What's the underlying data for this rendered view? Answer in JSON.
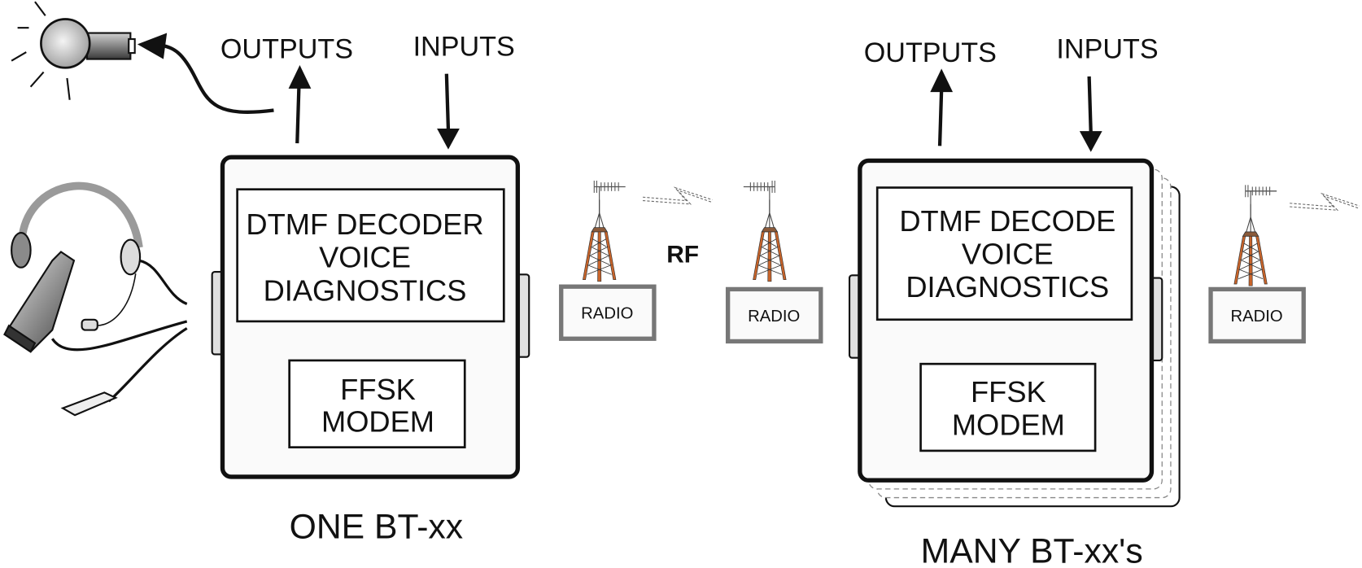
{
  "left_unit": {
    "outputs_label": "OUTPUTS",
    "inputs_label": "INPUTS",
    "decoder_lines": [
      "DTMF DECODER",
      "VOICE",
      "DIAGNOSTICS"
    ],
    "modem_lines": [
      "FFSK",
      "MODEM"
    ],
    "caption": "ONE BT-xx"
  },
  "right_unit": {
    "outputs_label": "OUTPUTS",
    "inputs_label": "INPUTS",
    "decoder_lines": [
      "DTMF DECODE",
      "VOICE",
      "DIAGNOSTICS"
    ],
    "modem_lines": [
      "FFSK",
      "MODEM"
    ],
    "caption": "MANY BT-xx's"
  },
  "radios": [
    {
      "label": "RADIO"
    },
    {
      "label": "RADIO"
    },
    {
      "label": "RADIO"
    }
  ],
  "rf_label": "RF",
  "icons": [
    "lamp-icon",
    "headset-icon",
    "antenna-tower-icon",
    "rf-signal-icon"
  ],
  "colors": {
    "stroke": "#111111",
    "device_fill": "#fafafa",
    "radio_border": "#777777",
    "tower": "#c8642a",
    "headband": "#9a9a9a",
    "side_tab": "#e0e0e0"
  }
}
